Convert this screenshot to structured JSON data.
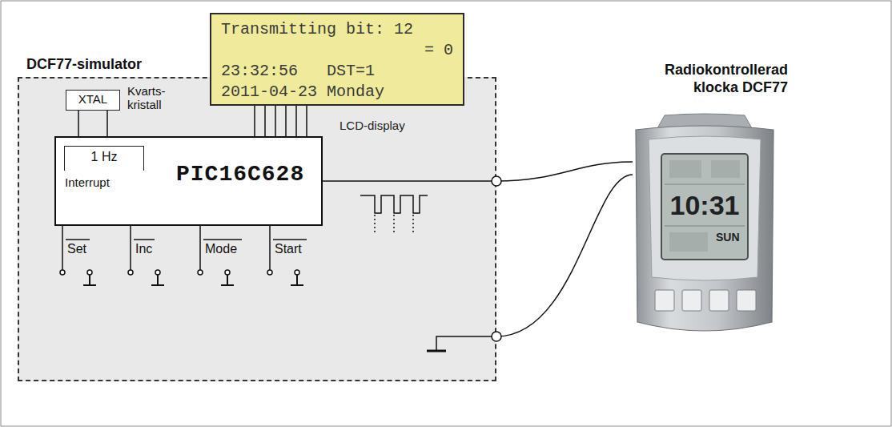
{
  "diagram": {
    "nodes": [
      {
        "text": [
          "DCF77-simulator"
        ]
      },
      {
        "text": [
          "Transmitting bit: 12",
          "= 0",
          "23:32:56   DST=1",
          "2011-04-23 Monday",
          "LCD-display"
        ],
        "in": 0
      },
      {
        "text": [
          "XTAL",
          "Kvarts- kristall"
        ],
        "in": 0
      },
      {
        "text": [
          "PIC16C628"
        ],
        "in": 0
      },
      {
        "text": [
          "1 Hz",
          "Interrupt"
        ],
        "in": 3
      },
      {
        "text": [
          "Radiokontrollerad klocka DCF77",
          "10:31",
          "SUN"
        ]
      }
    ],
    "edges": [
      {
        "from": 2,
        "to": 3,
        "arrow": "none"
      },
      {
        "from": 1,
        "to": 3,
        "arrow": "none"
      },
      {
        "from": 3,
        "to": 5,
        "arrow": "none"
      },
      {
        "from": 0,
        "to": 5,
        "arrow": "none"
      }
    ],
    "labels": [
      "Set",
      "Inc",
      "Mode",
      "Start"
    ]
  }
}
